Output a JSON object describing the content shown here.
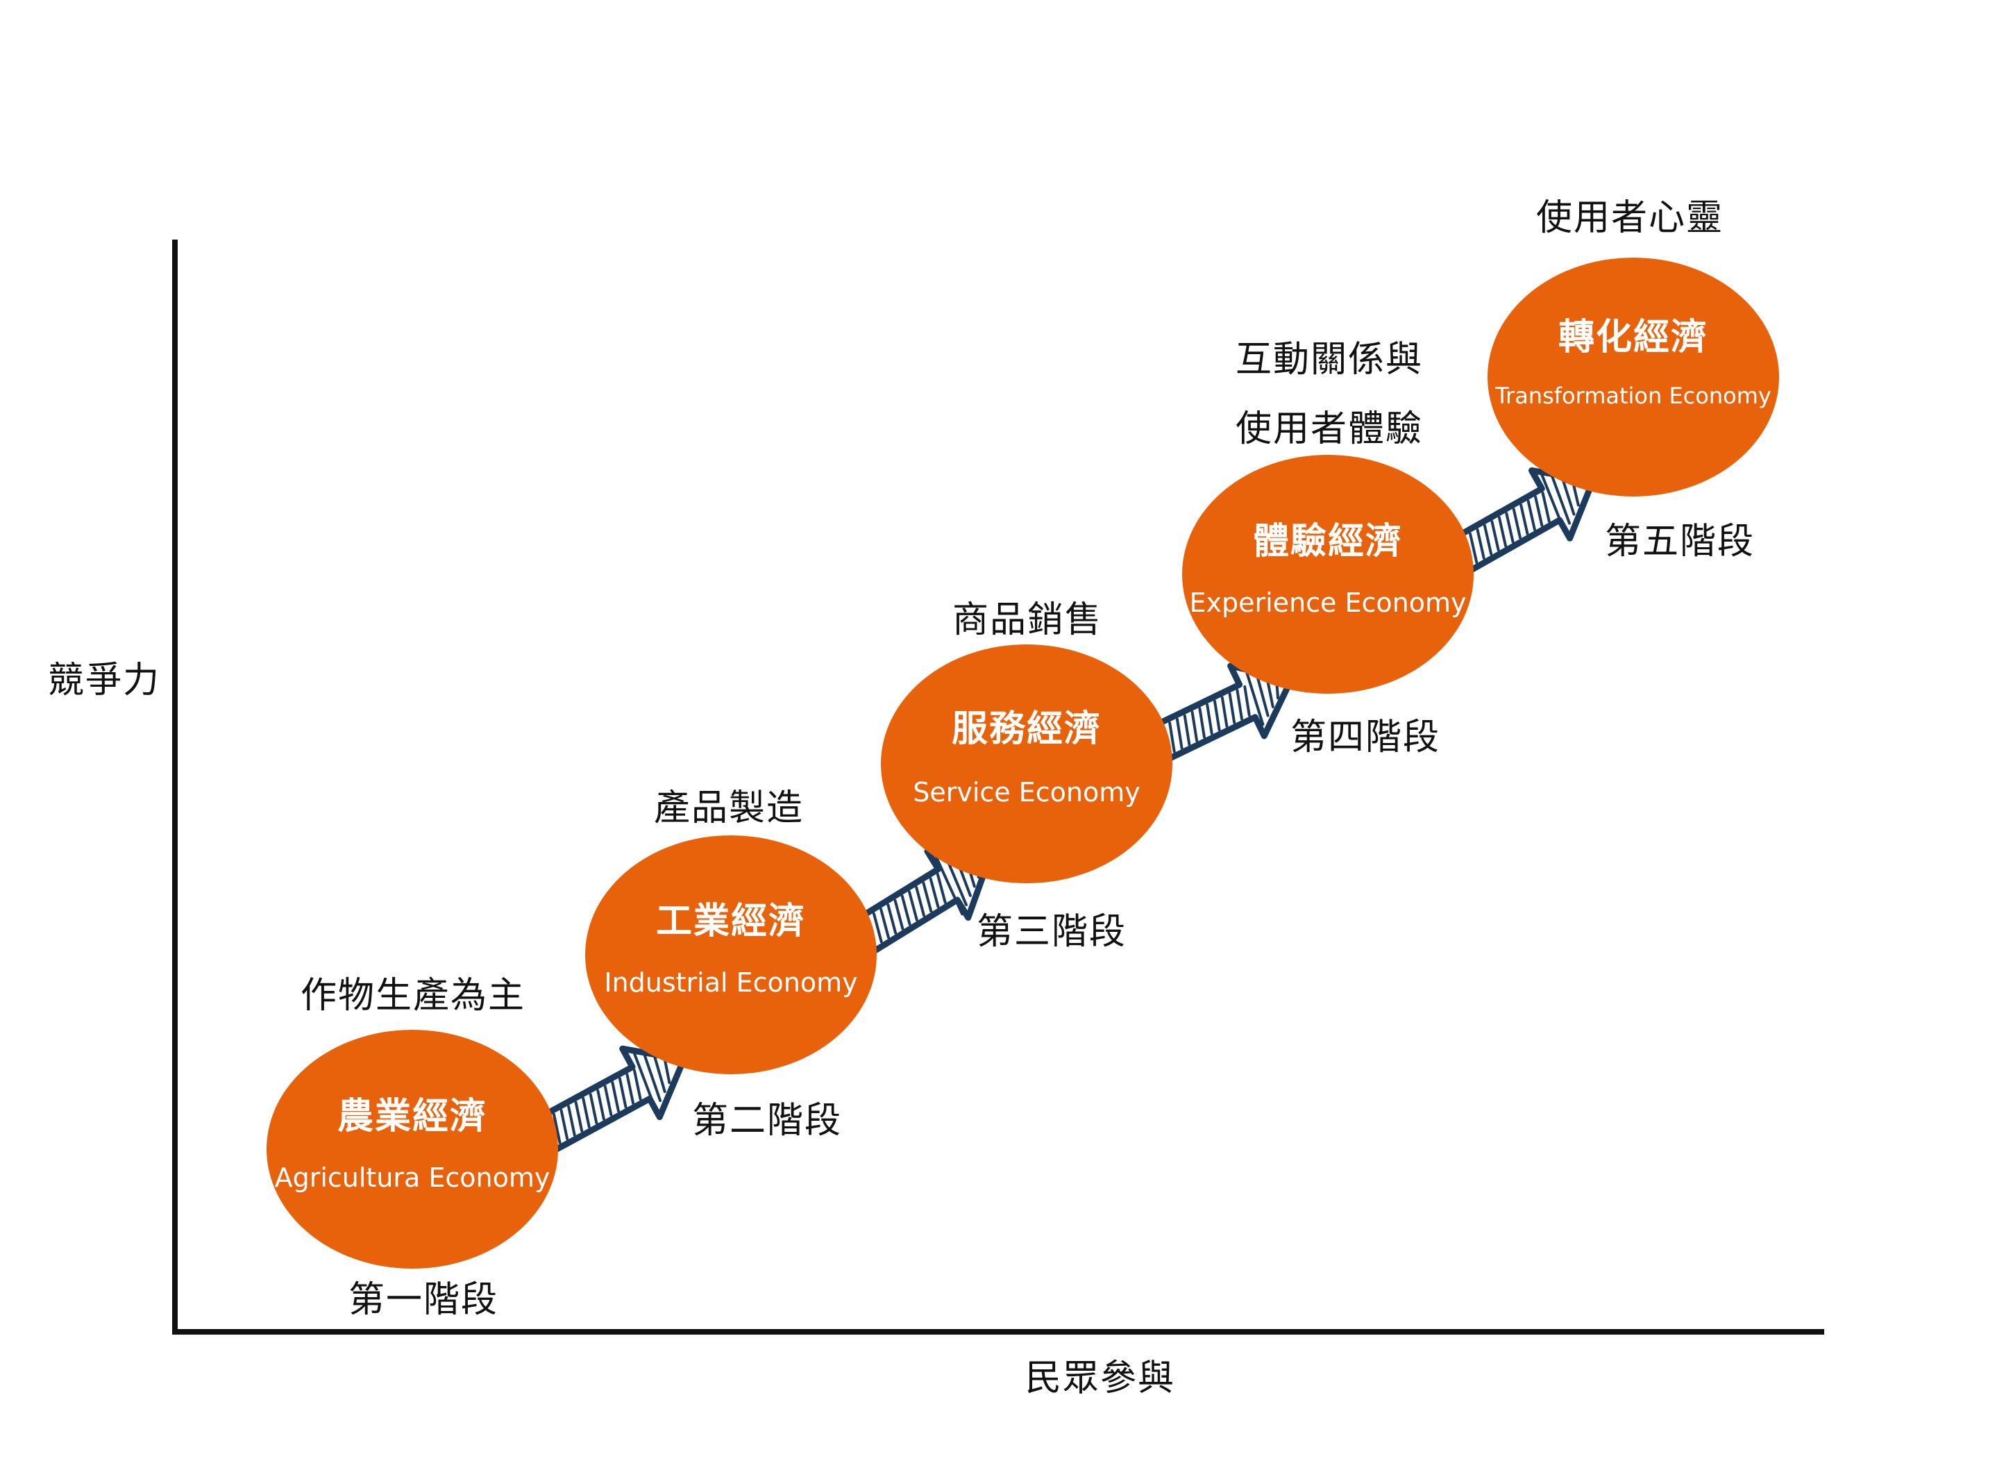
{
  "axes": {
    "y_label": "競爭力",
    "x_label": "民眾參與"
  },
  "colors": {
    "ellipse_fill": "#E8620C",
    "arrow_stroke": "#1B3A5C",
    "axis": "#111111"
  },
  "stages": [
    {
      "title": "農業經濟",
      "subtitle": "Agricultura Economy",
      "phase": "第一階段",
      "focus": "作物生產為主"
    },
    {
      "title": "工業經濟",
      "subtitle": "Industrial Economy",
      "phase": "第二階段",
      "focus": "產品製造"
    },
    {
      "title": "服務經濟",
      "subtitle": "Service Economy",
      "phase": "第三階段",
      "focus": "商品銷售"
    },
    {
      "title": "體驗經濟",
      "subtitle": "Experience Economy",
      "phase": "第四階段",
      "focus_line1": "互動關係與",
      "focus_line2": "使用者體驗"
    },
    {
      "title": "轉化經濟",
      "subtitle": "Transformation Economy",
      "phase": "第五階段",
      "focus": "使用者心靈"
    }
  ]
}
